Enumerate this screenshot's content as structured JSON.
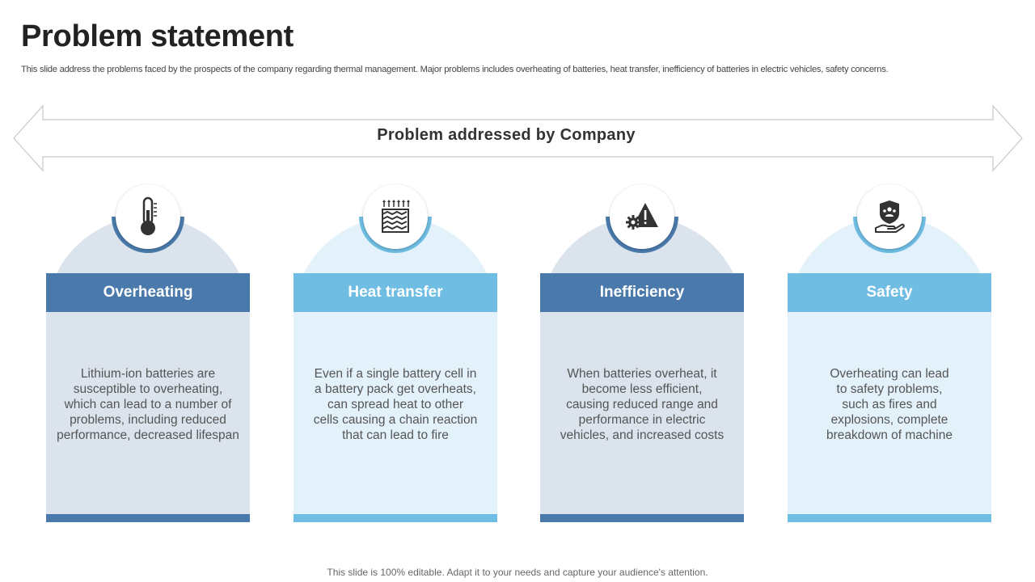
{
  "slide": {
    "title": "Problem statement",
    "subtitle": "This slide address the problems faced by the prospects of the company regarding thermal management. Major problems includes overheating of batteries, heat transfer, inefficiency of batteries in electric vehicles, safety concerns.",
    "banner": "Problem addressed by Company",
    "footer": "This slide is 100% editable. Adapt it to your needs and capture your audience's attention."
  },
  "colors": {
    "dark_accent": "#4a7aab",
    "light_accent": "#6fbde3",
    "dark_fill": "#dbe3ed",
    "light_fill": "#e2f1fa"
  },
  "cards": [
    {
      "icon": "thermometer-icon",
      "heading": "Overheating",
      "lines": [
        "Lithium-ion batteries are",
        "susceptible to overheating,",
        "which can lead to a number of",
        "problems, including reduced",
        "performance, decreased lifespan"
      ]
    },
    {
      "icon": "heat-transfer-icon",
      "heading": "Heat transfer",
      "lines": [
        "Even if a single battery cell in",
        "a battery pack get overheats,",
        "can spread heat to other",
        "cells causing a chain reaction",
        "that can lead to fire"
      ]
    },
    {
      "icon": "warning-gear-icon",
      "heading": "Inefficiency",
      "lines": [
        "When batteries overheat, it",
        "become less efficient,",
        "causing reduced range and",
        "performance in electric",
        "vehicles, and increased costs"
      ]
    },
    {
      "icon": "safety-hand-shield-icon",
      "heading": "Safety",
      "lines": [
        "Overheating can lead",
        "to safety problems,",
        "such as fires and",
        "explosions, complete",
        "breakdown of machine"
      ]
    }
  ]
}
